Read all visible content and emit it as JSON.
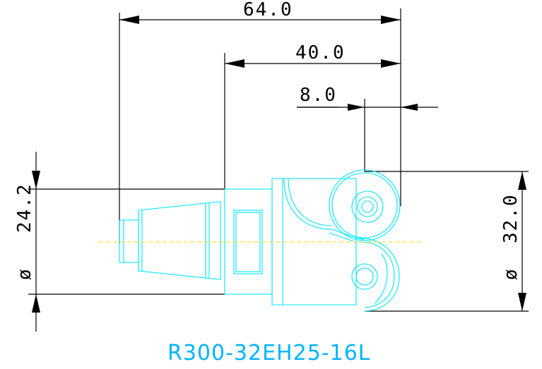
{
  "dimensions": {
    "overall_length": "64.0",
    "head_length": "40.0",
    "offset": "8.0",
    "shank_diameter": "24.2",
    "head_diameter": "32.0",
    "diameter_symbol": "ø"
  },
  "part_number": "R300-32EH25-16L",
  "colors": {
    "dimension_lines": "#000000",
    "part_outline": "#00e5ff",
    "center_line": "#ffd400",
    "title": "#00b4ff"
  }
}
